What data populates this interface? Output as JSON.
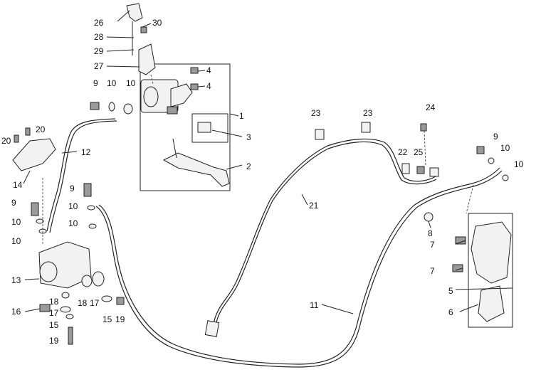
{
  "labels": {
    "l1": "1",
    "l2": "2",
    "l3": "3",
    "l4a": "4",
    "l4b": "4",
    "l5": "5",
    "l6": "6",
    "l7a": "7",
    "l7b": "7",
    "l8": "8",
    "l9a": "9",
    "l9b": "9",
    "l9c": "9",
    "l9d": "9",
    "l10a": "10",
    "l10b": "10",
    "l10c": "10",
    "l10d": "10",
    "l10e": "10",
    "l10f": "10",
    "l10g": "10",
    "l10h": "10",
    "l11": "11",
    "l12": "12",
    "l13": "13",
    "l14": "14",
    "l15a": "15",
    "l15b": "15",
    "l16": "16",
    "l17a": "17",
    "l17b": "17",
    "l18a": "18",
    "l18b": "18",
    "l19a": "19",
    "l19b": "19",
    "l20a": "20",
    "l20b": "20",
    "l21": "21",
    "l22": "22",
    "l23a": "23",
    "l23b": "23",
    "l24": "24",
    "l25": "25",
    "l26": "26",
    "l27": "27",
    "l28": "28",
    "l29": "29",
    "l30": "30"
  }
}
